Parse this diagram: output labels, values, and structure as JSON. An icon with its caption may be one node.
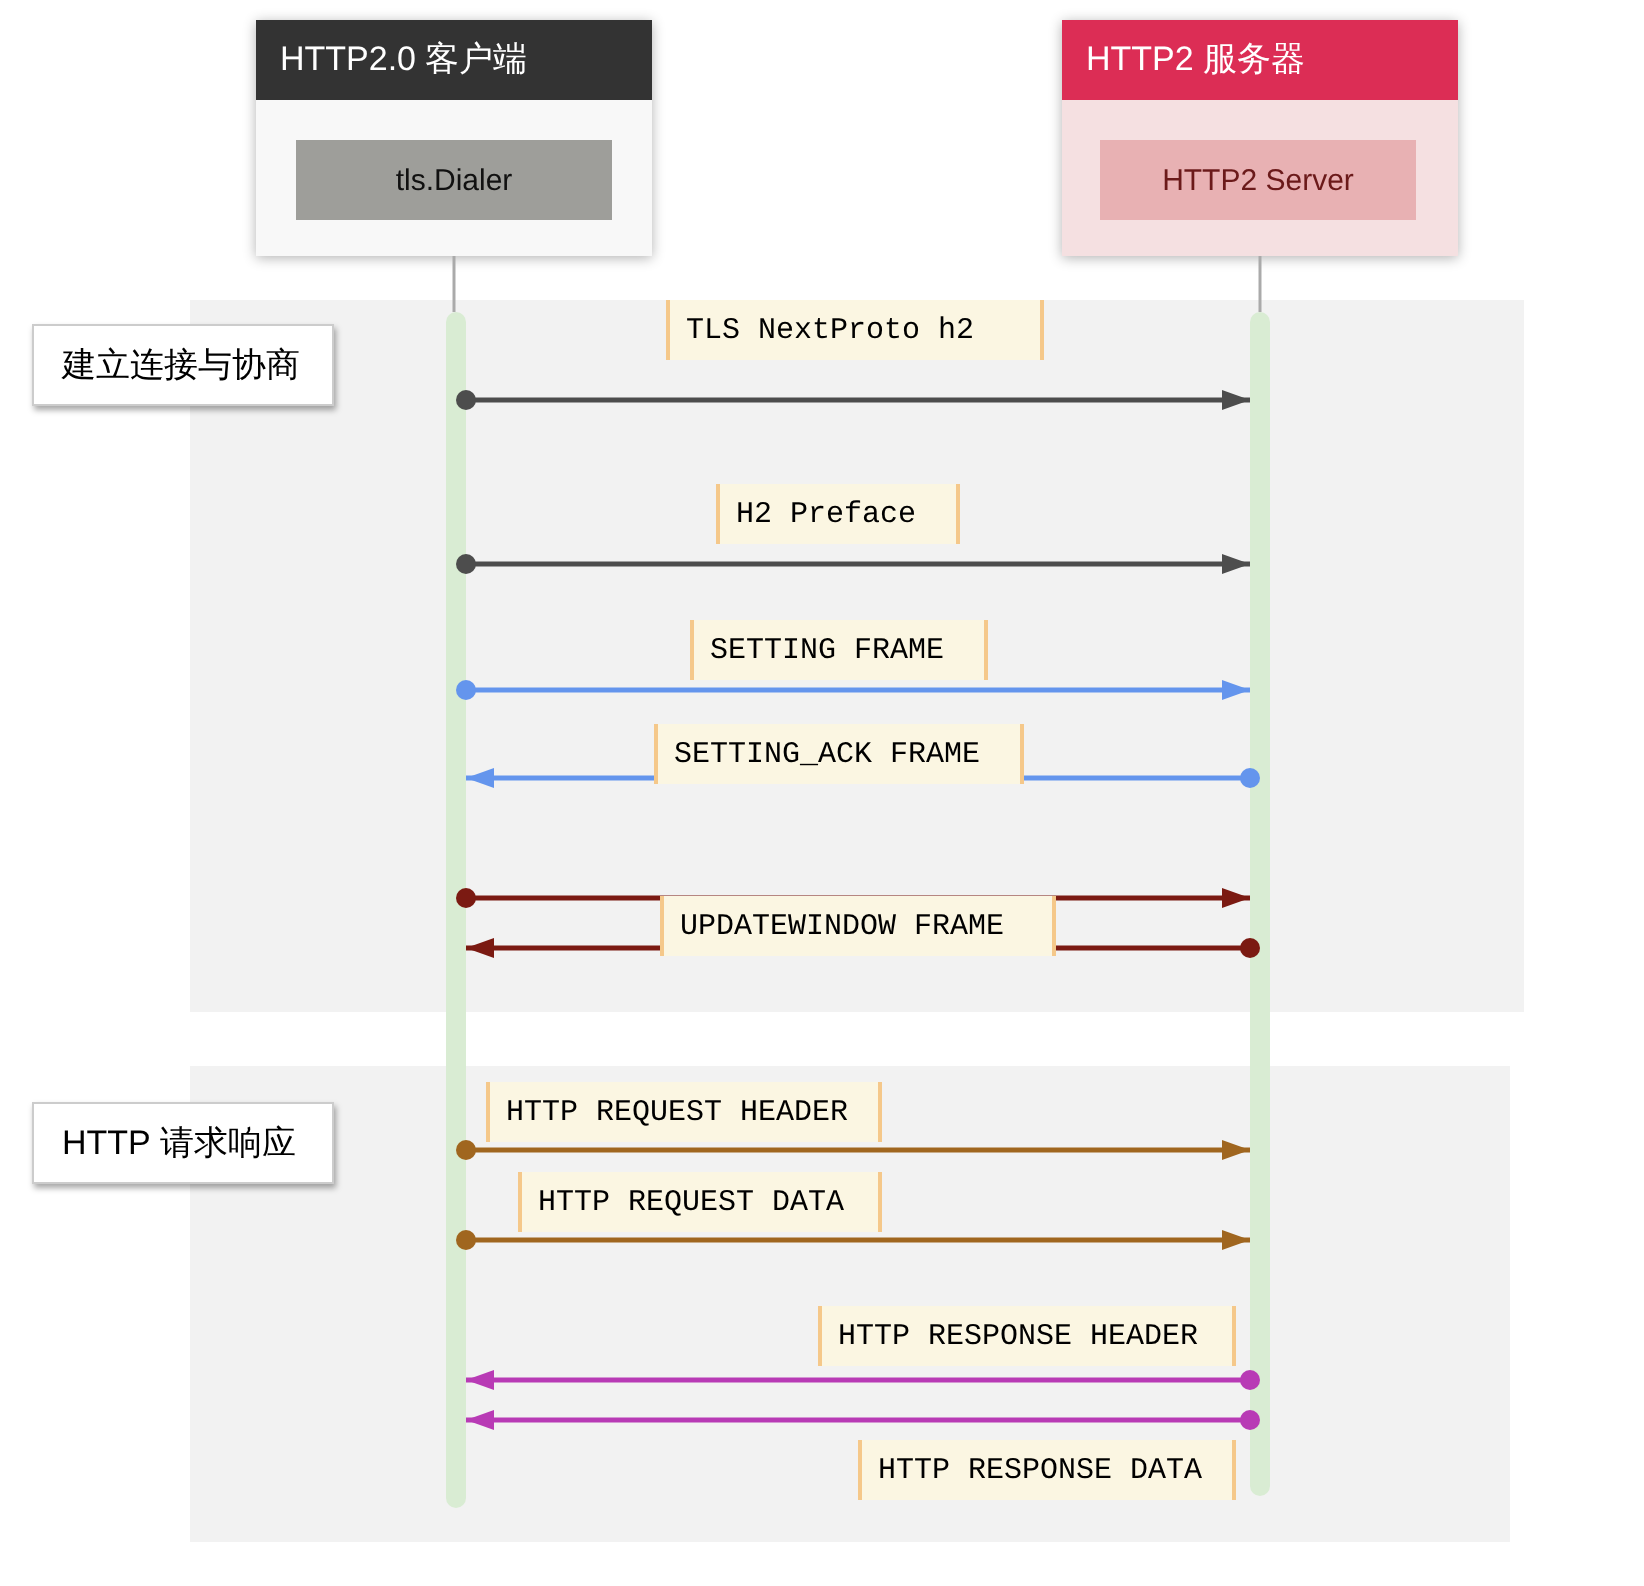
{
  "diagram": {
    "nodes": [
      {
        "text": [
          "HTTP2.0 客户端"
        ]
      },
      {
        "text": [
          "tls.Dialer"
        ],
        "in": 0
      },
      {
        "text": [
          "HTTP2 服务器"
        ]
      },
      {
        "text": [
          "HTTP2 Server"
        ],
        "in": 2
      },
      {
        "text": [],
        "shape": "bar"
      },
      {
        "text": [],
        "shape": "bar"
      },
      {
        "text": [
          "建立连接与协商"
        ]
      },
      {
        "text": [
          "HTTP 请求响应"
        ]
      }
    ],
    "edges": [
      {
        "from": 0,
        "to": 4,
        "arrow": "none",
        "color": "#aaaaaa"
      },
      {
        "from": 2,
        "to": 5,
        "arrow": "none",
        "color": "#aaaaaa"
      },
      {
        "from": 4,
        "to": 5,
        "arrow": "to",
        "label": "TLS NextProto h2",
        "color": "#4d4d4d"
      },
      {
        "from": 4,
        "to": 5,
        "arrow": "to",
        "label": "H2 Preface",
        "color": "#4d4d4d"
      },
      {
        "from": 4,
        "to": 5,
        "arrow": "to",
        "label": "SETTING FRAME",
        "color": "#6495ed"
      },
      {
        "from": 5,
        "to": 4,
        "arrow": "to",
        "label": "SETTING_ACK FRAME",
        "color": "#6495ed"
      },
      {
        "from": 4,
        "to": 5,
        "arrow": "to",
        "color": "#7b1a12"
      },
      {
        "from": 5,
        "to": 4,
        "arrow": "to",
        "label": "UPDATEWINDOW FRAME",
        "color": "#7b1a12"
      },
      {
        "from": 4,
        "to": 5,
        "arrow": "to",
        "label": "HTTP REQUEST HEADER",
        "color": "#a0661f"
      },
      {
        "from": 4,
        "to": 5,
        "arrow": "to",
        "label": "HTTP REQUEST DATA",
        "color": "#a0661f"
      },
      {
        "from": 5,
        "to": 4,
        "arrow": "to",
        "label": "HTTP RESPONSE HEADER",
        "color": "#b83bb5"
      },
      {
        "from": 5,
        "to": 4,
        "arrow": "to",
        "label": "HTTP RESPONSE DATA",
        "color": "#b83bb5"
      }
    ]
  }
}
